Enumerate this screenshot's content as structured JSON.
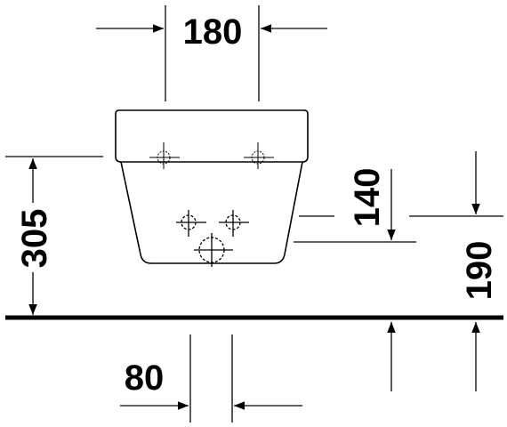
{
  "diagram": {
    "colors": {
      "line": "#000000",
      "background": "#ffffff"
    },
    "dimensions": {
      "top_width": "180",
      "total_height": "305",
      "fixing_height": "140",
      "connection_height": "190",
      "bottom_offset": "80"
    }
  }
}
